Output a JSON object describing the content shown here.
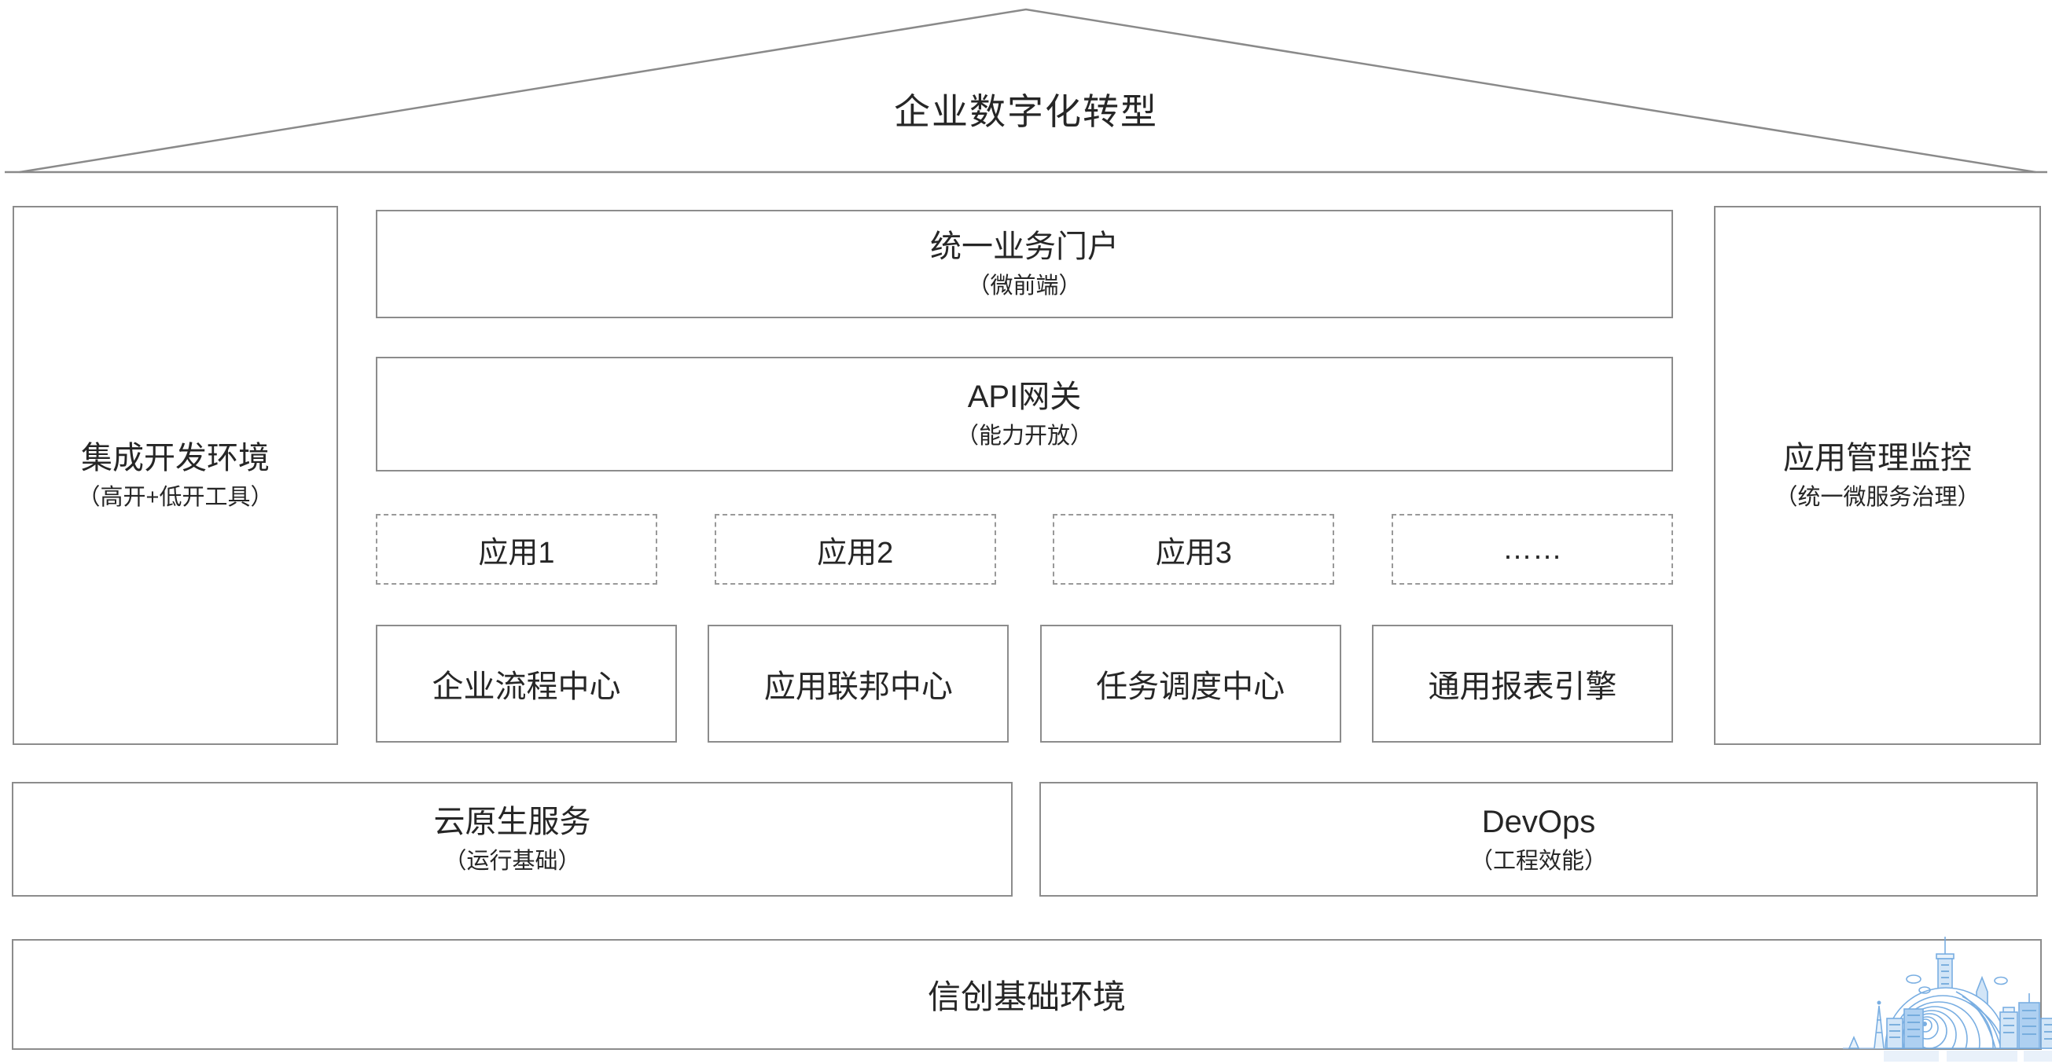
{
  "roof": {
    "title": "企业数字化转型"
  },
  "left_panel": {
    "title": "集成开发环境",
    "subtitle": "（高开+低开工具）"
  },
  "right_panel": {
    "title": "应用管理监控",
    "subtitle": "（统一微服务治理）"
  },
  "middle": {
    "portal": {
      "title": "统一业务门户",
      "subtitle": "（微前端）"
    },
    "gateway": {
      "title": "API网关",
      "subtitle": "（能力开放）"
    },
    "apps": [
      {
        "label": "应用1"
      },
      {
        "label": "应用2"
      },
      {
        "label": "应用3"
      },
      {
        "label": "……"
      }
    ],
    "centers": [
      {
        "label": "企业流程中心"
      },
      {
        "label": "应用联邦中心"
      },
      {
        "label": "任务调度中心"
      },
      {
        "label": "通用报表引擎"
      }
    ]
  },
  "platform_row": [
    {
      "title": "云原生服务",
      "subtitle": "（运行基础）"
    },
    {
      "title": "DevOps",
      "subtitle": "（工程效能）"
    }
  ],
  "base_row": {
    "title": "信创基础环境"
  },
  "icons": {
    "watermark": "city-skyline-watermark-icon"
  },
  "colors": {
    "border": "#8c8c8c",
    "dashed_border": "#999999",
    "text": "#262626",
    "watermark_blue": "#6ea8e0",
    "watermark_fill": "#cfe3f7"
  }
}
